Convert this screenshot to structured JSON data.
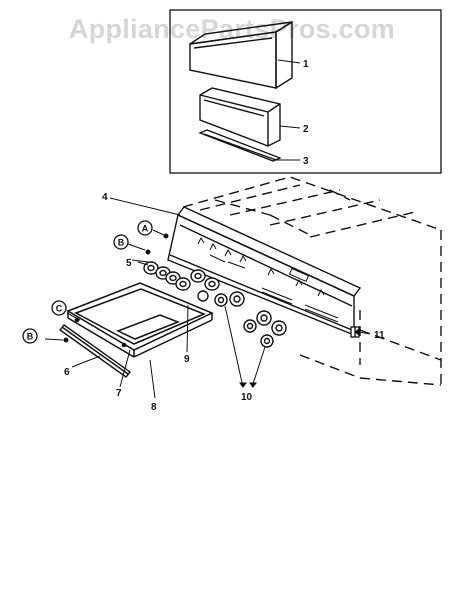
{
  "watermark": "AppliancePartsPros.com",
  "inset_callouts": [
    "1",
    "2",
    "3"
  ],
  "main_callouts": [
    "4",
    "5",
    "6",
    "7",
    "8",
    "9",
    "10",
    "11"
  ],
  "circle_refs": [
    "A",
    "B",
    "C",
    "B"
  ],
  "footer_code": "",
  "footer_left": ""
}
